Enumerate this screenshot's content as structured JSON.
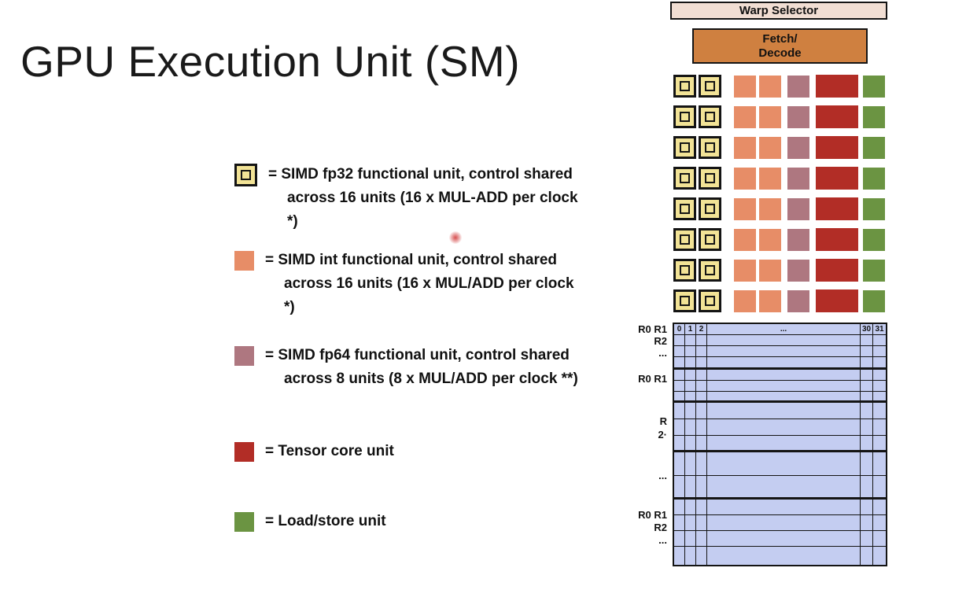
{
  "title": "GPU Execution Unit (SM)",
  "legend": {
    "items": [
      {
        "id": "fp32",
        "text": "= SIMD fp32 functional unit, control shared across 16 units (16 x MUL-ADD per clock *)"
      },
      {
        "id": "int",
        "text": "= SIMD int functional unit, control shared across 16 units (16 x MUL/ADD per clock *)"
      },
      {
        "id": "fp64",
        "text": "= SIMD fp64 functional unit, control shared across 8 units (8 x MUL/ADD per clock **)"
      },
      {
        "id": "tensor",
        "text": "= Tensor core unit"
      },
      {
        "id": "ldst",
        "text": "= Load/store unit"
      }
    ]
  },
  "diagram": {
    "warp_selector_label": "Warp Selector",
    "fetch_decode_line1": "Fetch/",
    "fetch_decode_line2": "Decode",
    "unit_row_count": 8,
    "register_file": {
      "lane_headers": [
        "0",
        "1",
        "2",
        "...",
        "30",
        "31"
      ],
      "left_labels": {
        "group1": [
          "R0 R1",
          "R2",
          "..."
        ],
        "group2": [
          "R0 R1"
        ],
        "group3": [
          "R",
          "2·"
        ],
        "group4": [
          "..."
        ],
        "group5": [
          "R0 R1",
          "R2",
          "..."
        ]
      }
    }
  },
  "colors": {
    "fp32_fill": "#F2E396",
    "int_fill": "#E78D67",
    "fp64_fill": "#AE7780",
    "tensor_fill": "#B22D26",
    "ldst_fill": "#6B9442",
    "warp_selector_bg": "#F1DED3",
    "fetch_decode_bg": "#CF8040",
    "register_bg": "#C4CDF1"
  }
}
